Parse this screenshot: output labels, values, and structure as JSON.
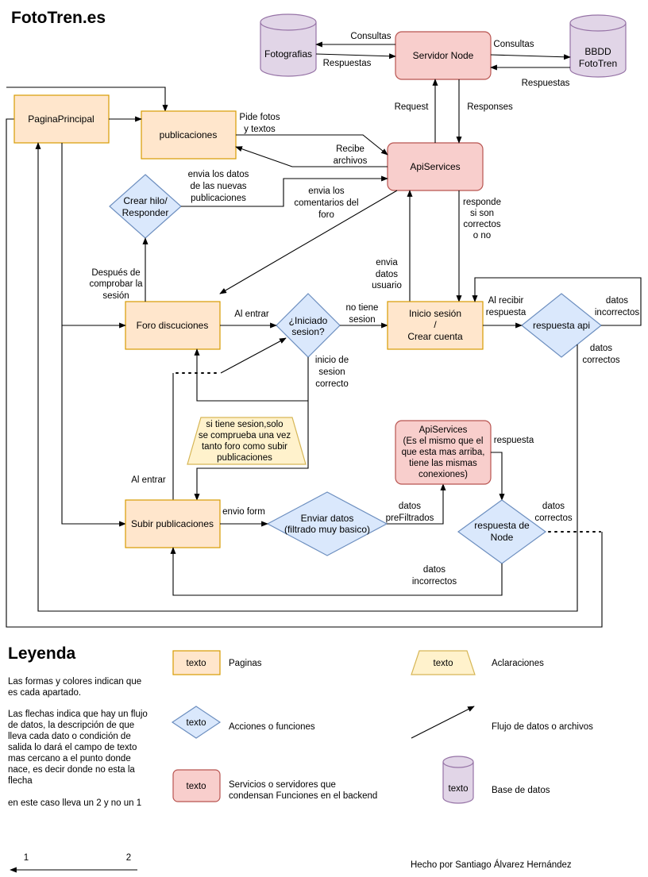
{
  "title": "FotoTren.es",
  "nodes": {
    "fotografias": "Fotografias",
    "servidor_node": "Servidor Node",
    "bbdd": [
      "BBDD",
      "FotoTren"
    ],
    "pagina_principal": "PaginaPrincipal",
    "publicaciones": "publicaciones",
    "api_services": "ApiServices",
    "crear_hilo": [
      "Crear hilo/",
      "Responder"
    ],
    "foro": "Foro discuciones",
    "iniciado_sesion": [
      "¿Iniciado",
      "sesion?"
    ],
    "inicio_sesion": [
      "Inicio sesión",
      "/",
      "Crear cuenta"
    ],
    "respuesta_api": "respuesta api",
    "subir_publicaciones": "Subir publicaciones",
    "enviar_datos": [
      "Enviar datos",
      "(filtrado muy basico)"
    ],
    "api_services_2": [
      "ApiServices",
      "(Es el mismo que el",
      "que esta mas arriba,",
      "tiene las mismas",
      "conexiones)"
    ],
    "respuesta_node": [
      "respuesta de",
      "Node"
    ],
    "nota_sesion": [
      "si tiene sesion,solo",
      "se comprueba una vez",
      "tanto foro como subir",
      "publicaciones"
    ]
  },
  "edge_labels": {
    "consultas_1": "Consultas",
    "respuestas_1": "Respuestas",
    "consultas_2": "Consultas",
    "respuestas_2": "Respuestas",
    "request": "Request",
    "responses": "Responses",
    "pide_fotos": [
      "Pide fotos",
      "y textos"
    ],
    "recibe_archivos": [
      "Recibe",
      "archivos"
    ],
    "envia_datos_nuevas": [
      "envia los datos",
      "de las nuevas",
      "publicaciones"
    ],
    "envia_comentarios": [
      "envia los",
      "comentarios del",
      "foro"
    ],
    "responde_correctos": [
      "responde",
      "si son",
      "correctos",
      "o no"
    ],
    "envia_datos_usuario": [
      "envia",
      "datos",
      "usuario"
    ],
    "despues_comprobar": [
      "Después de",
      "comprobar la",
      "sesión"
    ],
    "al_entrar_1": "Al entrar",
    "no_tiene_sesion": [
      "no tiene",
      "sesion"
    ],
    "al_recibir": [
      "Al recibir",
      "respuesta"
    ],
    "datos_incorrectos_1": [
      "datos",
      "incorrectos"
    ],
    "datos_correctos_1": [
      "datos",
      "correctos"
    ],
    "inicio_sesion_correcto": [
      "inicio de",
      "sesion",
      "correcto"
    ],
    "al_entrar_2": "Al entrar",
    "envio_form": "envio form",
    "datos_prefiltrados": [
      "datos",
      "preFiltrados"
    ],
    "respuesta": "respuesta",
    "datos_correctos_2": [
      "datos",
      "correctos"
    ],
    "datos_incorrectos_2": [
      "datos",
      "incorrectos"
    ]
  },
  "legend": {
    "title": "Leyenda",
    "desc1": [
      "Las formas y colores indican que",
      "es cada apartado."
    ],
    "desc2": [
      "Las flechas indica que hay un flujo",
      "de datos, la descripción de que",
      "lleva cada dato o condición de",
      "salida lo dará el campo de texto",
      "mas cercano a el punto donde",
      "nace, es decir donde no esta la",
      "flecha"
    ],
    "desc3": "en  este caso lleva un 2 y no un 1",
    "sample_text": "texto",
    "paginas": "Paginas",
    "acciones": "Acciones o funciones",
    "servicios": [
      "Servicios o servidores que",
      "condensan Funciones en el backend"
    ],
    "aclaraciones": "Aclaraciones",
    "flujo": "Flujo de datos o archivos",
    "base_datos": "Base de datos",
    "example_1": "1",
    "example_2": "2",
    "credit": "Hecho por Santiago Álvarez Hernández"
  },
  "colors": {
    "page_fill": "#ffe6cc",
    "page_stroke": "#d79b00",
    "service_fill": "#f8cecc",
    "service_stroke": "#b85450",
    "function_fill": "#dae8fc",
    "function_stroke": "#6c8ebf",
    "note_fill": "#fff2cc",
    "note_stroke": "#d6b656",
    "db_fill": "#e1d5e7",
    "db_stroke": "#9673a6"
  }
}
